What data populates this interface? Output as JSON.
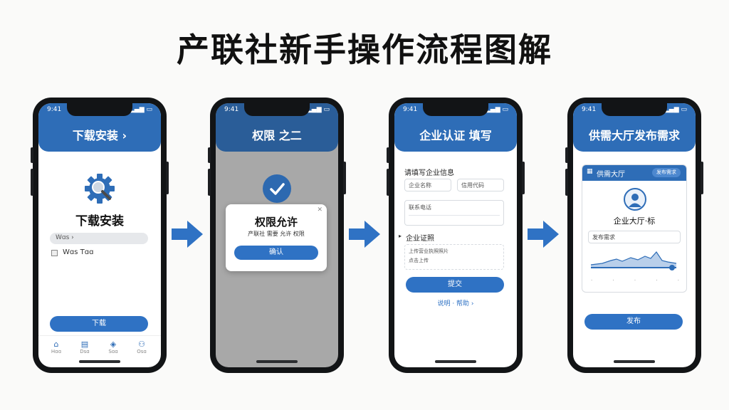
{
  "title": "产联社新手操作流程图解",
  "colors": {
    "accent": "#2e6db7",
    "button": "#2f72c4",
    "arrow": "#2f72c4"
  },
  "phones": [
    {
      "status_time": "9:41",
      "header": "下载安装 ›",
      "heading": "下载安装",
      "search_text": "Wɑs ›",
      "checkbox_text": "Wɑs Tɑɑ",
      "button": "下载",
      "tabs": [
        "Hɑɑ",
        "Dsɑ",
        "Sɑɑ",
        "Osɑ"
      ]
    },
    {
      "status_time": "9:41",
      "header": "权限 之二",
      "dialog_title": "权限允许",
      "dialog_text": "产联社 需要 允许 权限",
      "dialog_button": "确认"
    },
    {
      "status_time": "9:41",
      "header": "企业认证 填写",
      "section1_label": "请填写企业信息",
      "field_label1": "企业名称",
      "field_label2": "信用代码",
      "field_label3": "联系电话",
      "section2_label": "企业证照",
      "upload_text1": "上传营业执照照片",
      "upload_text2": "点击上传",
      "button": "提交",
      "link": "说明 · 帮助 ›"
    },
    {
      "status_time": "9:41",
      "header": "供需大厅发布需求",
      "card_title": "供需大厅",
      "card_badge": "发布需求",
      "company_name": "企业大厅·标",
      "field_text": "发布需求",
      "chart_ticks": [
        "·",
        "·",
        "·",
        "·",
        "·"
      ],
      "button": "发布"
    }
  ]
}
